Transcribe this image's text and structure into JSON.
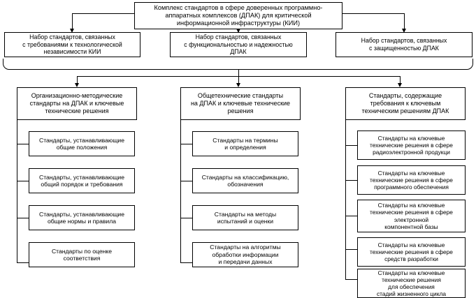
{
  "diagram": {
    "title": "Комплекс стандартов в сфере доверенных программно-аппаратных комплексов (ДПАК) для критической информационной инфраструктуры (КИИ)",
    "root": {
      "label": "Комплекс стандартов в сфере доверенных программно-\nаппаратных комплексов (ДПАК) для критической\nинформационной инфраструктуры (КИИ)"
    },
    "level2": [
      {
        "label": "Набор стандартов, связанных\nс требованиями к технологической\nнезависимости КИИ"
      },
      {
        "label": "Набор стандартов, связанных\nс функциональностью и надежностью\nДПАК"
      },
      {
        "label": "Набор стандартов, связанных\nс защищенностью ДПАК"
      }
    ],
    "columns": [
      {
        "header": "Организационно-методические\nстандарты на ДПАК и ключевые\nтехнические решения",
        "items": [
          {
            "label": "Стандарты, устанавливающие\nобщие положения"
          },
          {
            "label": "Стандарты, устанавливающие\nобщий порядок и требования"
          },
          {
            "label": "Стандарты, устанавливающие\nобщие нормы и правила"
          },
          {
            "label": "Стандарты по оценке\nсоответствия"
          }
        ]
      },
      {
        "header": "Общетехнические стандарты\nна ДПАК и ключевые технические\nрешения",
        "items": [
          {
            "label": "Стандарты на термины\nи определения"
          },
          {
            "label": "Стандарты на классификацию,\nобозначения"
          },
          {
            "label": "Стандарты на методы\nиспытаний и оценки"
          },
          {
            "label": "Стандарты на алгоритмы\nобработки информации\nи передачи данных"
          }
        ]
      },
      {
        "header": "Стандарты, содержащие\nтребования к ключевым\nтехническим решениям ДПАК",
        "items": [
          {
            "label": "Стандарты на ключевые\nтехнические решения в сфере\nрадиоэлектронной продукци"
          },
          {
            "label": "Стандарты на ключевые\nтехнические решения в сфере\nпрограммного обеспечения"
          },
          {
            "label": "Стандарты на ключевые\nтехнические решения в сфере\nэлектронной\nкомпонентной базы"
          },
          {
            "label": "Стандарты на ключевые\nтехнические решения в сфере\nсредств разработки"
          },
          {
            "label": "Стандарты на ключевые\nтехнические решения\nдля обеспечения\nстадий жизненного цикла"
          }
        ]
      }
    ],
    "colors": {
      "stroke": "#000000",
      "background": "#ffffff",
      "text": "#000000"
    }
  }
}
